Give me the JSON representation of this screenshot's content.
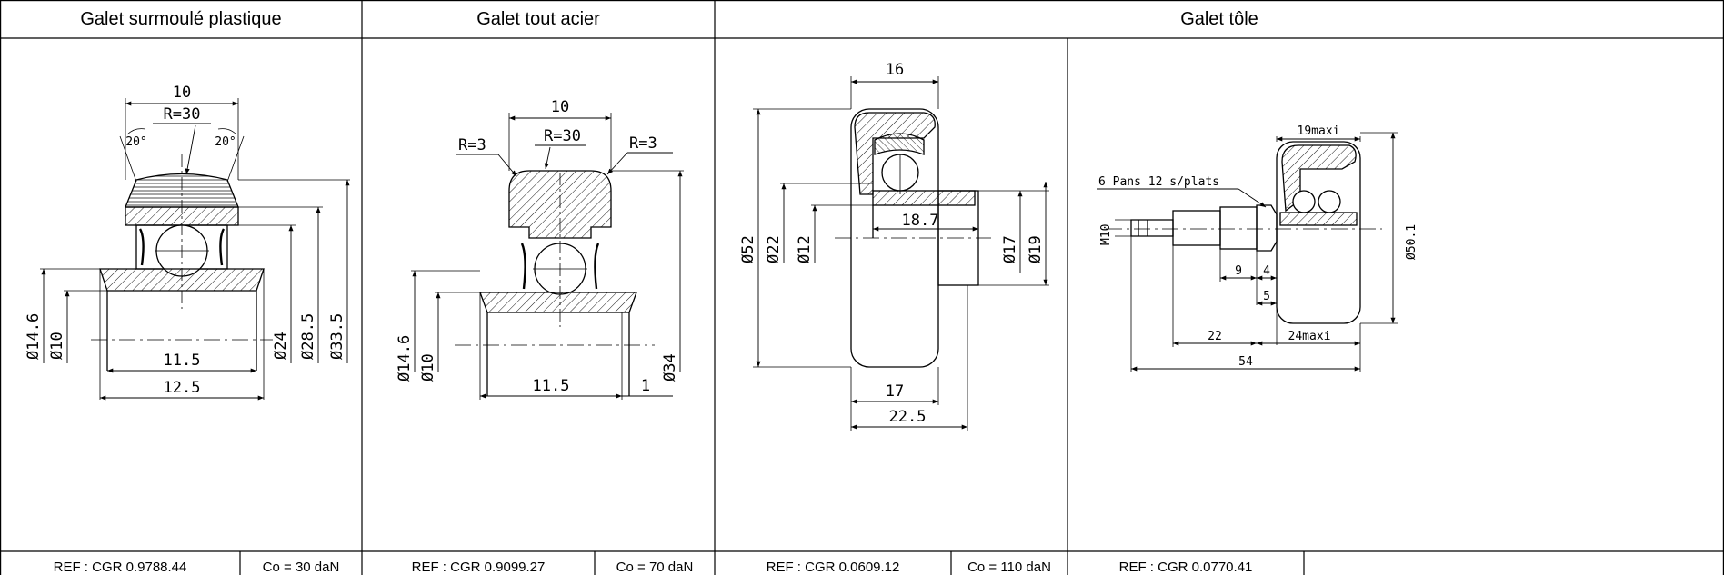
{
  "headers": {
    "plastic": "Galet surmoulé plastique",
    "steel": "Galet tout acier",
    "sheet": "Galet tôle"
  },
  "footer": {
    "ref1": "REF : CGR 0.9788.44",
    "co1": "Co = 30 daN",
    "ref2": "REF : CGR 0.9099.27",
    "co2": "Co = 70 daN",
    "ref3": "REF : CGR 0.0609.12",
    "co3": "Co = 110 daN",
    "ref4": "REF : CGR 0.0770.41"
  },
  "drawing1": {
    "w10": "10",
    "r30": "R=30",
    "a20l": "20°",
    "a20r": "20°",
    "d146": "Ø14.6",
    "d10": "Ø10",
    "d24": "Ø24",
    "d285": "Ø28.5",
    "d335": "Ø33.5",
    "l115": "11.5",
    "l125": "12.5"
  },
  "drawing2": {
    "w10": "10",
    "r3l": "R=3",
    "r30": "R=30",
    "r3r": "R=3",
    "d146": "Ø14.6",
    "d10": "Ø10",
    "d34": "Ø34",
    "l115": "11.5",
    "l1": "1"
  },
  "drawing3": {
    "w16": "16",
    "d52": "Ø52",
    "d22": "Ø22",
    "d12": "Ø12",
    "l187": "18.7",
    "d17": "Ø17",
    "d19": "Ø19",
    "l17": "17",
    "l225": "22.5"
  },
  "drawing4": {
    "w19": "19maxi",
    "hex": "6 Pans 12 s/plats",
    "m10": "M10",
    "d501": "Ø50.1",
    "l9": "9",
    "l4": "4",
    "l5": "5",
    "l22": "22",
    "l24": "24maxi",
    "l54": "54"
  }
}
